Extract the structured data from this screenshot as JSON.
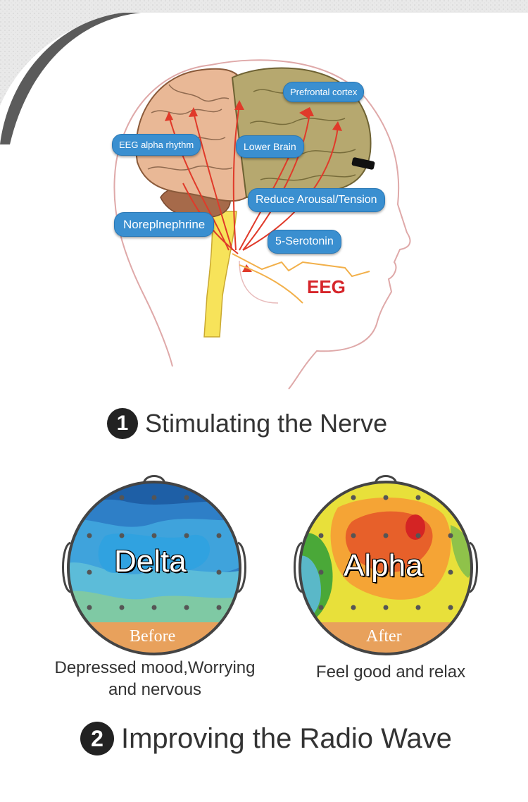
{
  "brain_labels": {
    "prefrontal": "Prefrontal cortex",
    "eeg_alpha": "EEG alpha rhythm",
    "lower_brain": "Lower Brain",
    "reduce_arousal": "Reduce Arousal/Tension",
    "norepinephrine": "Noreplnephrine",
    "serotonin": "5-Serotonin",
    "eeg": "EEG"
  },
  "section1": {
    "number": "1",
    "title": "Stimulating the Nerve"
  },
  "before": {
    "wave": "Delta",
    "band": "Before",
    "caption_line1": "Depressed mood,Worrying",
    "caption_line2": "and nervous"
  },
  "after": {
    "wave": "Alpha",
    "band": "After",
    "caption": "Feel good and relax"
  },
  "section2": {
    "number": "2",
    "title": "Improving the Radio Wave"
  },
  "colors": {
    "label_blue": "#3a8fd0",
    "eeg_red": "#d6252a",
    "band_orange": "#e8a15c"
  }
}
